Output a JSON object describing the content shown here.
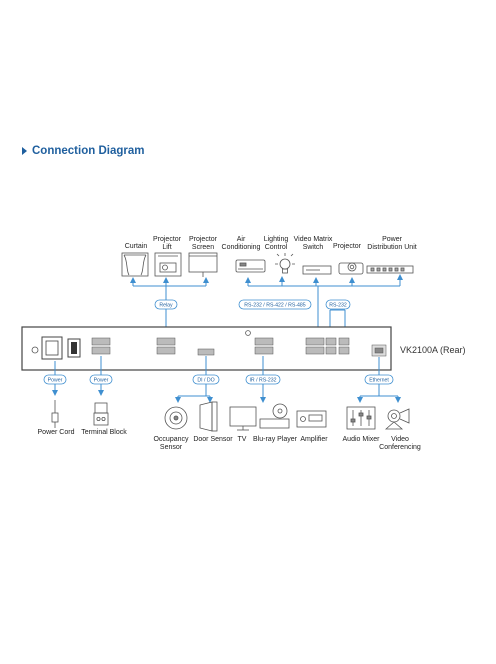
{
  "heading": {
    "title": "Connection Diagram"
  },
  "device": {
    "model": "VK2100A (Rear)"
  },
  "top_devices": {
    "curtain": "Curtain",
    "projector_lift": [
      "Projector",
      "Lift"
    ],
    "projector_screen": [
      "Projector",
      "Screen"
    ],
    "air_conditioning": [
      "Air",
      "Conditioning"
    ],
    "lighting_control": [
      "Lighting",
      "Control"
    ],
    "video_matrix_switch": [
      "Video Matrix",
      "Switch"
    ],
    "projector": "Projector",
    "power_distribution_unit": [
      "Power",
      "Distribution Unit"
    ]
  },
  "bottom_devices": {
    "power_cord": "Power Cord",
    "terminal_block": "Terminal Block",
    "occupancy_sensor": [
      "Occupancy",
      "Sensor"
    ],
    "door_sensor": "Door Sensor",
    "tv": "TV",
    "bluray_player": "Blu-ray Player",
    "amplifier": "Amplifier",
    "audio_mixer": "Audio Mixer",
    "video_conferencing": [
      "Video",
      "Conferencing"
    ]
  },
  "connections": {
    "relay": "Relay",
    "rs_multi": "RS-232 / RS-422 / RS-485",
    "rs232": "RS-232",
    "power1": "Power",
    "power2": "Power",
    "di_do": "DI / DO",
    "ir_rs232": "IR / RS-232",
    "ethernet": "Ethernet"
  },
  "colors": {
    "accent": "#1f5f9e",
    "line": "#3f8fd0",
    "stroke": "#555555"
  }
}
